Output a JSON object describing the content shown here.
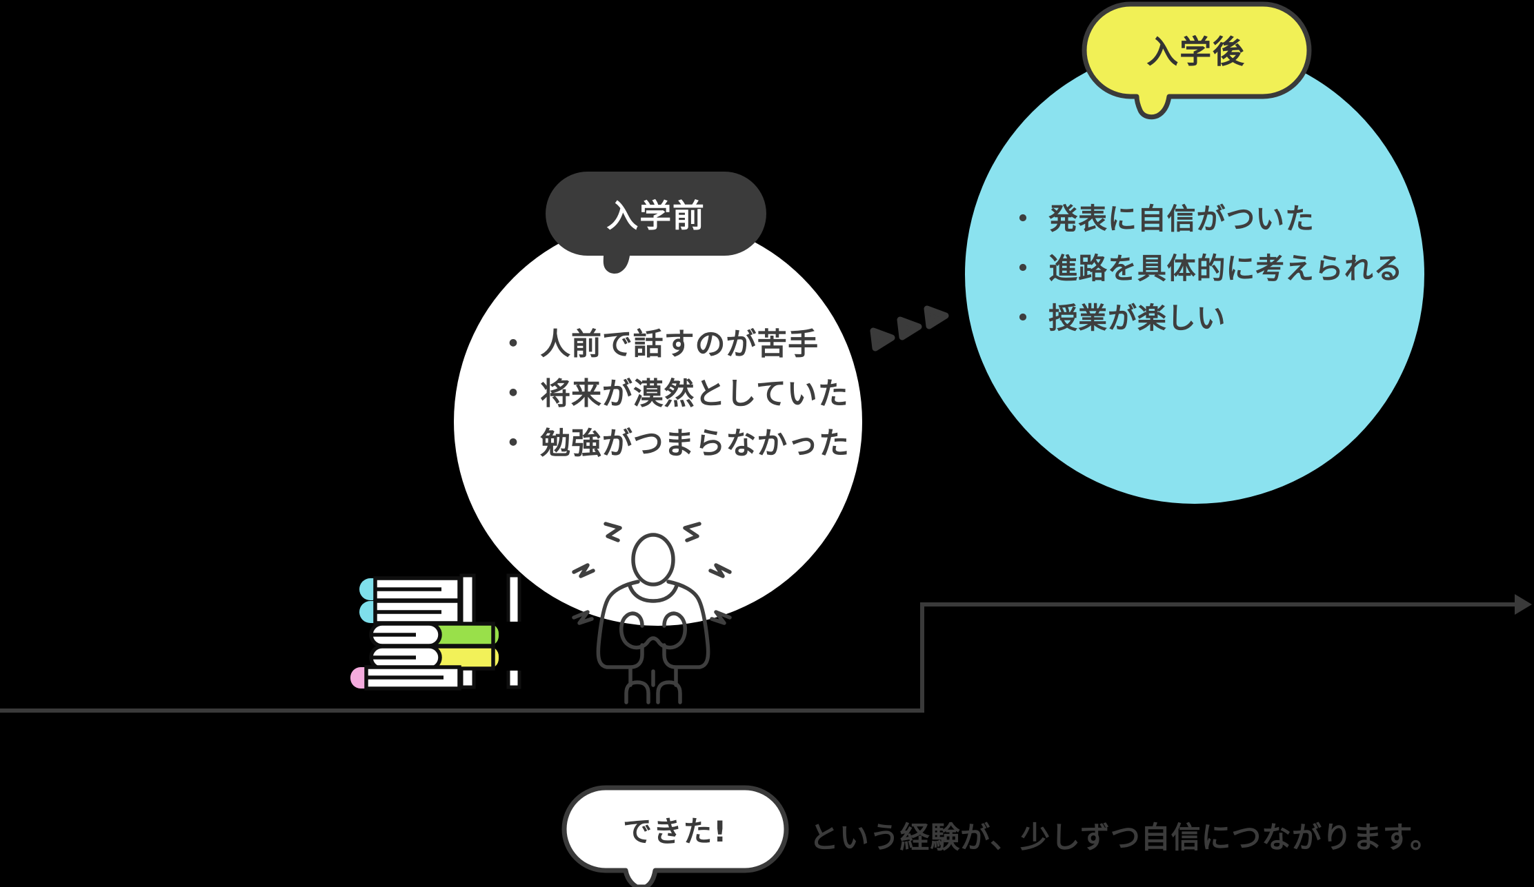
{
  "colors": {
    "background": "#000000",
    "before_circle_fill": "#FFFFFF",
    "after_circle_fill": "#8BE2EF",
    "before_bubble_fill": "#3B3B3B",
    "after_bubble_fill": "#F1F056",
    "outline_dark": "#3A3A3A",
    "book_cyan": "#7FDFEB",
    "book_green": "#99E04A",
    "book_yellow": "#F2F159",
    "book_pink": "#F4ABDD"
  },
  "before_circle": {
    "bubble_label": "入学前",
    "items": [
      "・ 人前で話すのが苦手",
      "・ 将来が漠然としていた",
      "・ 勉強がつまらなかった"
    ]
  },
  "after_circle": {
    "bubble_label": "入学後",
    "items": [
      "・ 発表に自信がついた",
      "・ 進路を具体的に考えられる",
      "・ 授業が楽しい"
    ]
  },
  "footer": {
    "bubble_label": "できた!",
    "caption": "という経験が、少しずつ自信につながります。"
  }
}
